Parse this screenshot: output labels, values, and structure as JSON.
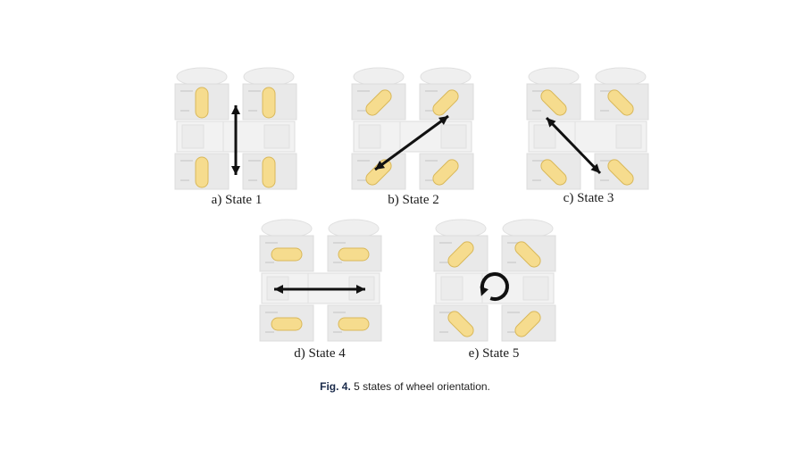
{
  "figure": {
    "label": "Fig. 4.",
    "caption": "5 states of wheel orientation."
  },
  "panels": [
    {
      "caption": "a) State 1",
      "wheel_orientation": "vertical",
      "motion": "vertical-arrow"
    },
    {
      "caption": "b) State 2",
      "wheel_orientation": "diagonal-right",
      "motion": "diagonal-arrow-up-right"
    },
    {
      "caption": "c) State 3",
      "wheel_orientation": "diagonal-left",
      "motion": "diagonal-arrow-down-right"
    },
    {
      "caption": "d) State 4",
      "wheel_orientation": "horizontal",
      "motion": "horizontal-arrow"
    },
    {
      "caption": "e) State 5",
      "wheel_orientation": "rotational",
      "motion": "rotation-arrow"
    }
  ],
  "colors": {
    "wheel_fill": "#f6dc8e",
    "wheel_stroke": "#d9b85a",
    "arrow": "#111111",
    "robot_body": "#e9e9e9"
  }
}
